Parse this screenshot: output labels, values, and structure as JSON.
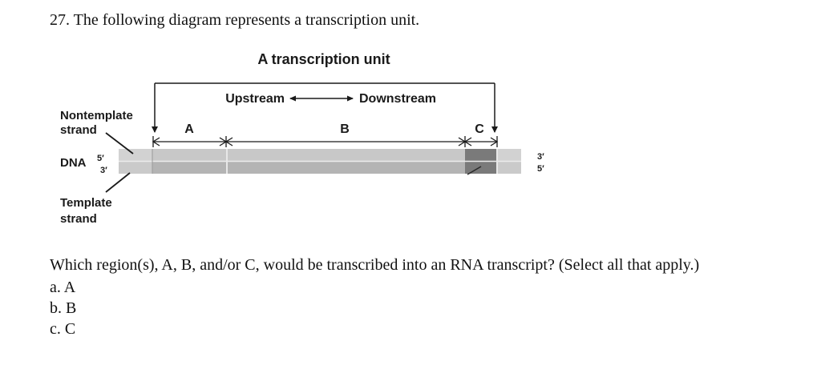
{
  "question": {
    "title": "27. The following diagram represents a transcription unit.",
    "prompt": "Which region(s), A, B, and/or C, would be transcribed into an RNA transcript? (Select all that apply.)",
    "options": [
      "a. A",
      "b. B",
      "c. C"
    ]
  },
  "diagram": {
    "title": "A transcription unit",
    "upstream": "Upstream",
    "downstream": "Downstream",
    "nontemplate_line1": "Nontemplate",
    "nontemplate_line2": "strand",
    "template_line1": "Template",
    "template_line2": "strand",
    "dna": "DNA",
    "left_top_end": "5′",
    "left_bottom_end": "3′",
    "right_top_end": "3′",
    "right_bottom_end": "5′",
    "region_a": "A",
    "region_b": "B",
    "region_c": "C",
    "colors": {
      "strand_light": "#c4c4c4",
      "strand_mid": "#b0b0b0",
      "region_c": "#7a7a7a",
      "text": "#1a1a1a"
    }
  }
}
